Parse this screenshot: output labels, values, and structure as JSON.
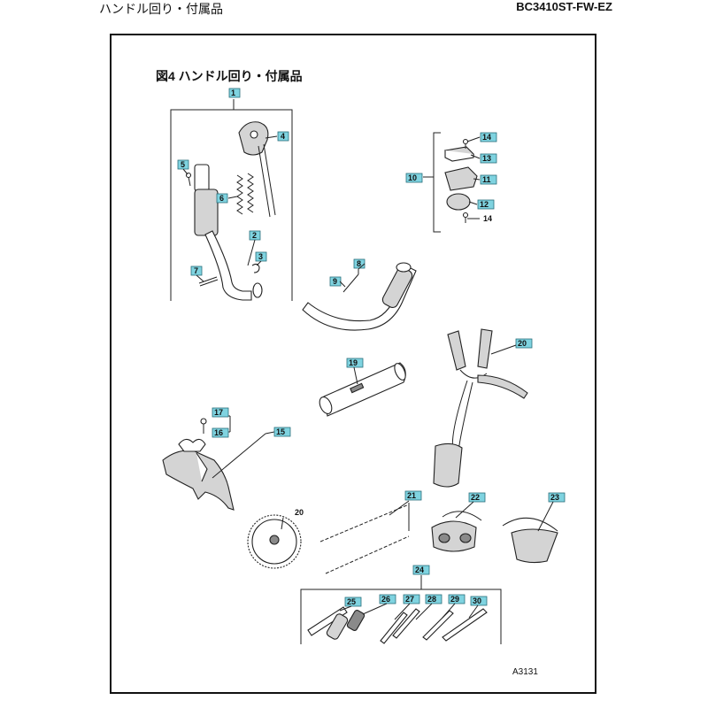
{
  "header": {
    "left_title": "ハンドル回り・付属品",
    "right_model": "BC3410ST-FW-EZ"
  },
  "figure": {
    "title": "図4  ハンドル回り・付属品",
    "code": "A3131"
  },
  "callouts": {
    "c1": "1",
    "c2": "2",
    "c3": "3",
    "c4": "4",
    "c5": "5",
    "c6": "6",
    "c7": "7",
    "c8": "8",
    "c9": "9",
    "c10": "10",
    "c11": "11",
    "c12": "12",
    "c13": "13",
    "c14a": "14",
    "c14b": "14",
    "c15": "15",
    "c16": "16",
    "c17": "17",
    "c19": "19",
    "c20": "20",
    "c20b": "20",
    "c21": "21",
    "c22": "22",
    "c23": "23",
    "c24": "24",
    "c25": "25",
    "c26": "26",
    "c27": "27",
    "c28": "28",
    "c29": "29",
    "c30": "30"
  }
}
